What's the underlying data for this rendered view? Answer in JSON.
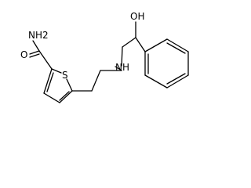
{
  "molecule": {
    "atoms": {
      "amide_n": "NH2",
      "amide_o": "O",
      "ring_s": "S",
      "amine_n": "NH",
      "hydroxyl": "OH"
    }
  }
}
